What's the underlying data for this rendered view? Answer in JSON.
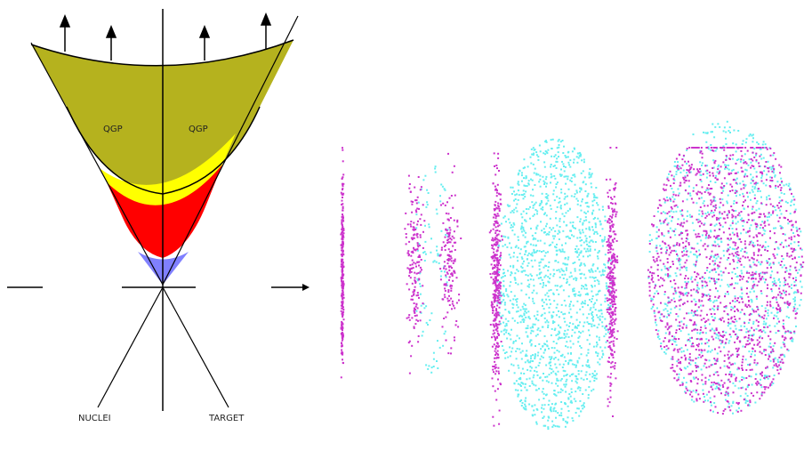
{
  "diagram": {
    "left_label": "NUCLEI",
    "target_label": "TARGET",
    "region_label_left": "QGP",
    "region_label_right": "QGP",
    "colors": {
      "outer_region": "#b5b21e",
      "yellow_band": "#ffff00",
      "red_band": "#ff0000",
      "blue_tip": "#8080ff",
      "line": "#000000",
      "particle_magenta": "#cc33cc",
      "particle_cyan": "#66eef0"
    },
    "arrow_count_top": 4,
    "snapshots": [
      {
        "stage": 1,
        "cyan_count": 0,
        "magenta_count": 260,
        "spread": "thin"
      },
      {
        "stage": 2,
        "cyan_count": 90,
        "magenta_count": 320,
        "spread": "narrow"
      },
      {
        "stage": 3,
        "cyan_count": 1500,
        "magenta_count": 650,
        "spread": "medium"
      },
      {
        "stage": 4,
        "cyan_count": 1000,
        "magenta_count": 1400,
        "spread": "wide"
      }
    ]
  }
}
